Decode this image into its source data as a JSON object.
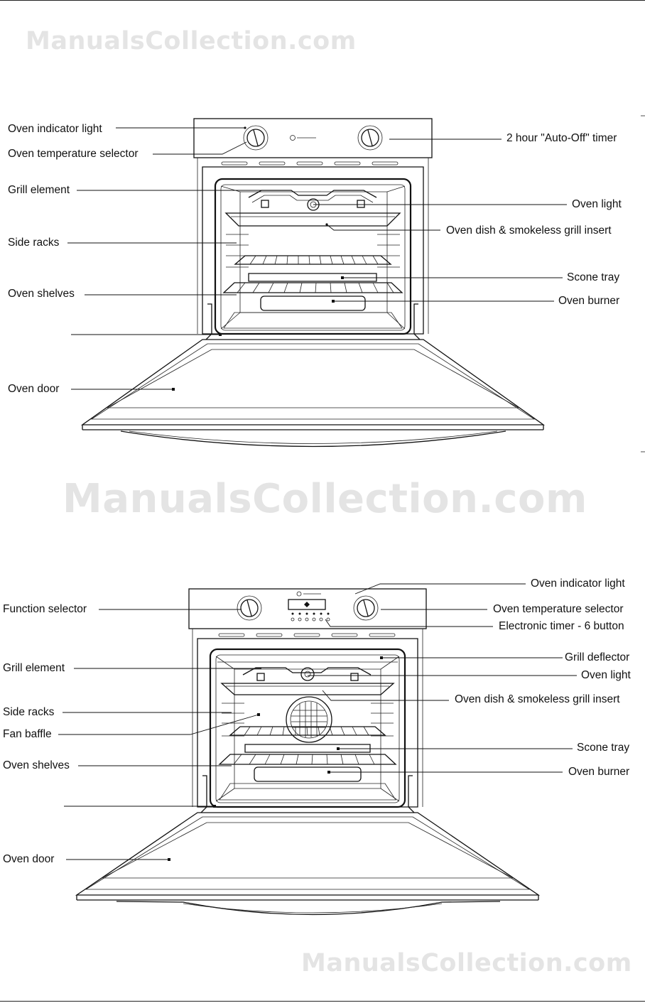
{
  "watermarks": {
    "top": "ManualsCollection.com",
    "middle": "ManualsCollection.com",
    "bottom": "ManualsCollection.com"
  },
  "oven1": {
    "labels": {
      "indicator_light": "Oven indicator light",
      "temp_selector": "Oven temperature selector",
      "grill_element": "Grill element",
      "side_racks": "Side racks",
      "oven_shelves": "Oven shelves",
      "oven_door": "Oven door",
      "timer": "2 hour \"Auto-Off\" timer",
      "oven_light": "Oven light",
      "dish_insert": "Oven dish & smokeless grill insert",
      "scone_tray": "Scone tray",
      "oven_burner": "Oven burner"
    }
  },
  "oven2": {
    "labels": {
      "function_selector": "Function selector",
      "grill_element": "Grill element",
      "side_racks": "Side racks",
      "fan_baffle": "Fan baffle",
      "oven_shelves": "Oven shelves",
      "oven_door": "Oven door",
      "indicator_light": "Oven indicator light",
      "temp_selector": "Oven temperature selector",
      "electronic_timer": "Electronic timer - 6 button",
      "grill_deflector": "Grill deflector",
      "oven_light": "Oven light",
      "dish_insert": "Oven dish & smokeless grill insert",
      "scone_tray": "Scone tray",
      "oven_burner": "Oven burner"
    }
  }
}
